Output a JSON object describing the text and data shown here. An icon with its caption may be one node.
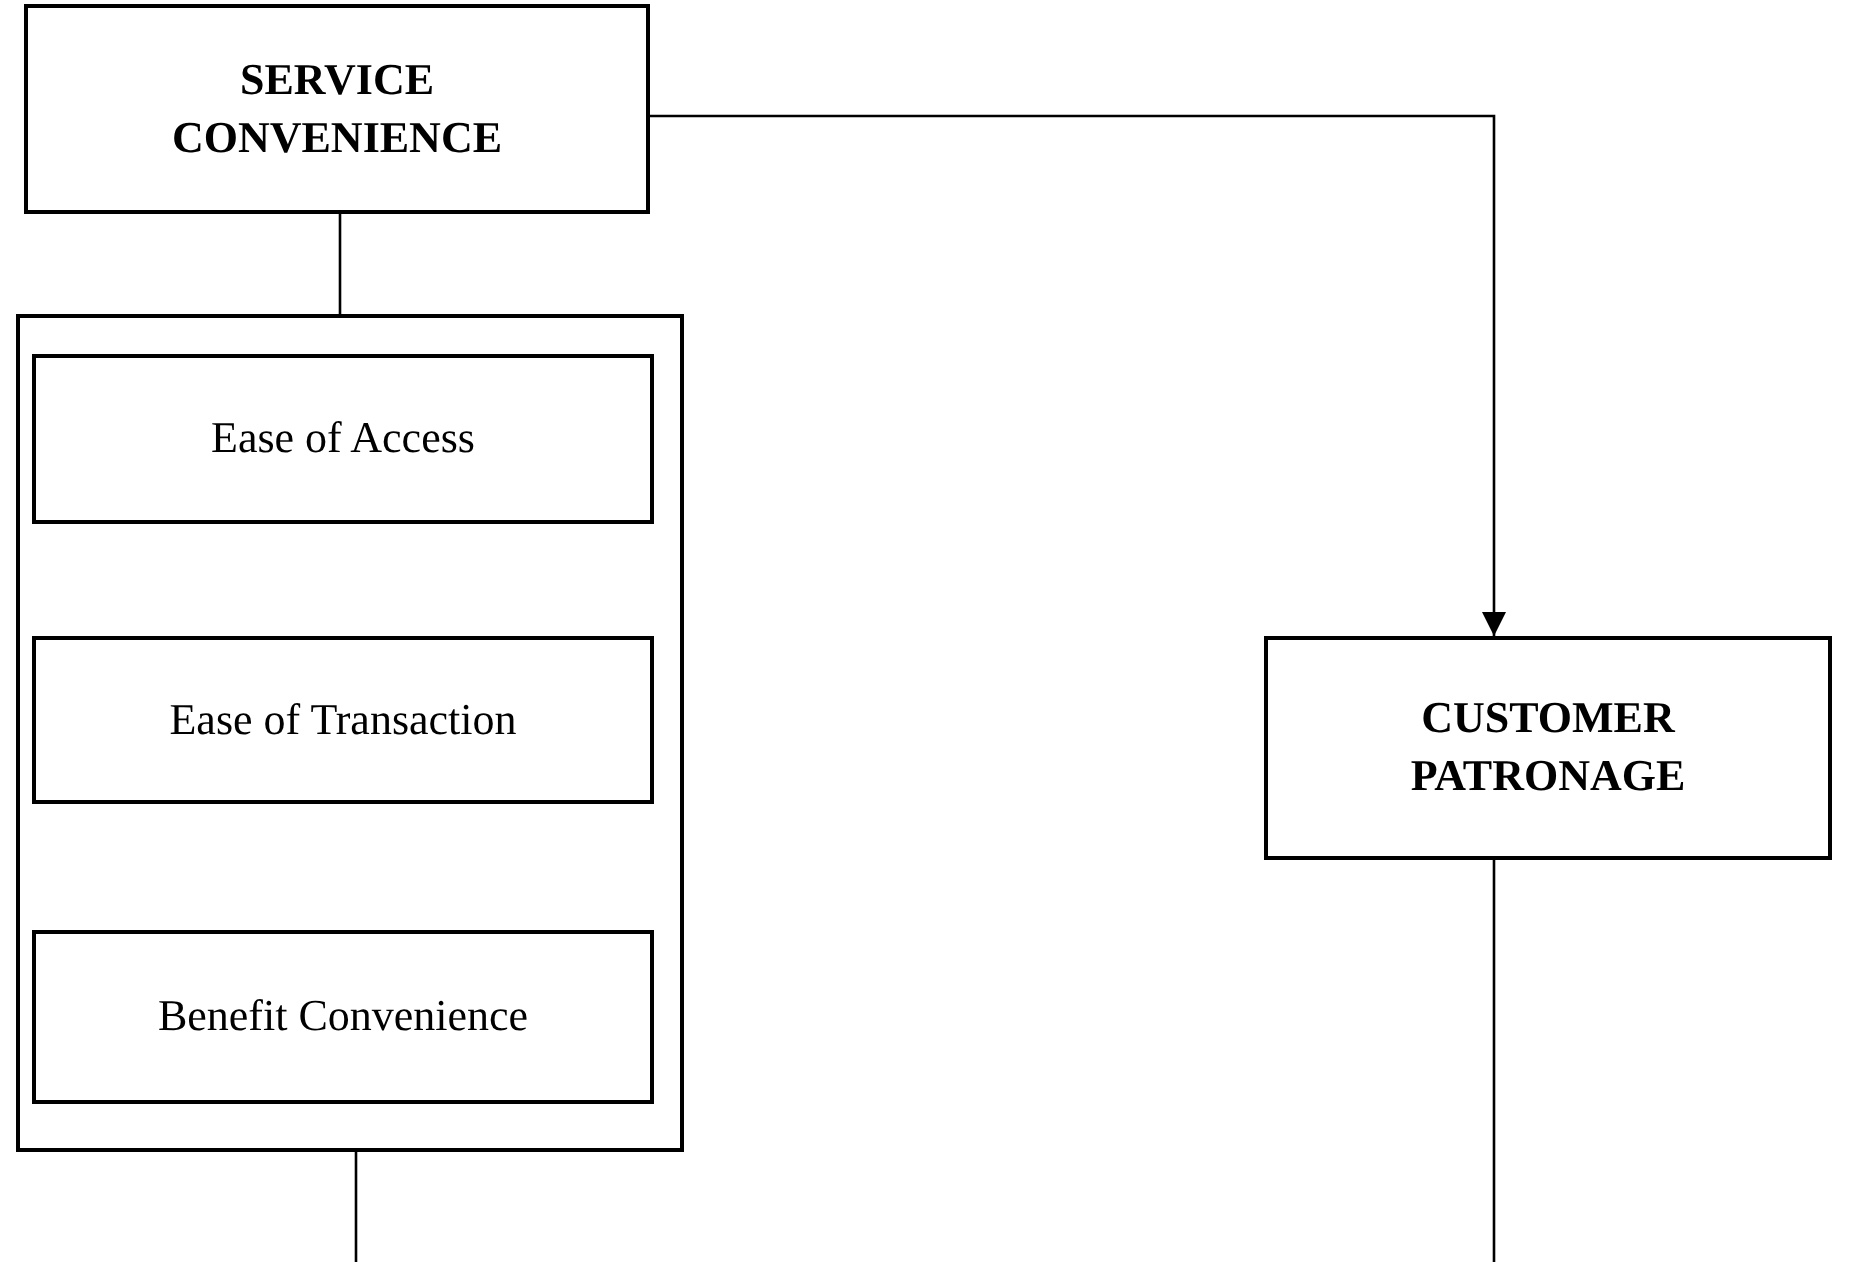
{
  "diagram": {
    "nodes": [
      {
        "text": [
          "SERVICE CONVENIENCE"
        ]
      },
      {
        "text": [],
        "shape": "box"
      },
      {
        "text": [
          "Ease of Access"
        ],
        "in": 1
      },
      {
        "text": [
          "Ease of Transaction"
        ],
        "in": 1
      },
      {
        "text": [
          "Benefit Convenience"
        ],
        "in": 1
      },
      {
        "text": [
          "CUSTOMER PATRONAGE"
        ]
      }
    ],
    "edges": [
      {
        "from": 0,
        "to": 5,
        "arrow": "to"
      },
      {
        "from": 0,
        "to": 1,
        "arrow": "none"
      },
      {
        "from": 1,
        "to": null,
        "arrow": "none"
      },
      {
        "from": 5,
        "to": null,
        "arrow": "none"
      }
    ]
  }
}
